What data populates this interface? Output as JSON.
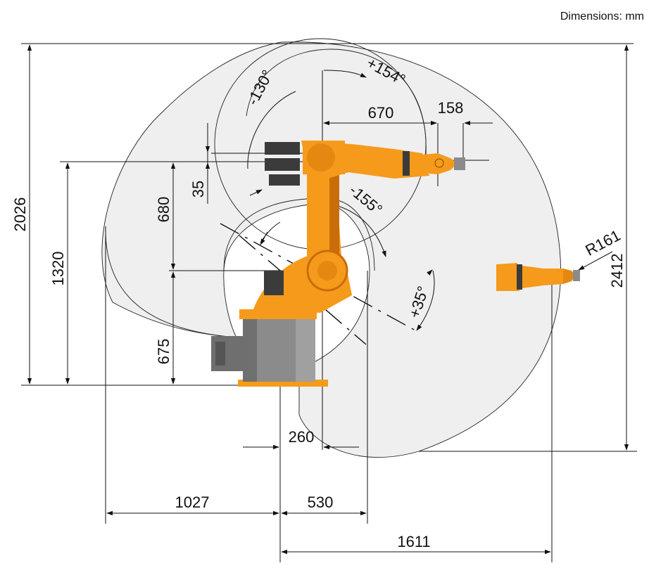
{
  "units_label": "Dimensions: mm",
  "colors": {
    "robot_orange": "#f59a1b",
    "robot_shadow": "#c96d0a",
    "base_gray": "#8b8b8b",
    "motor_dark": "#3b3b3b",
    "envelope_fill": "#efefef",
    "line": "#111111"
  },
  "dimensions": {
    "overall_height": "2026",
    "base_to_shoulder": "1320",
    "shoulder_height": "675",
    "arm_length": "680",
    "offset_35": "35",
    "forearm_length": "670",
    "wrist_length": "158",
    "rear_reach": "1027",
    "front_clearance": "530",
    "base_width": "260",
    "max_reach": "1611",
    "reach_diameter": "2412",
    "flange_radius": "R161"
  },
  "angles": {
    "a2_neg": "-130°",
    "a2_pos": "+154°",
    "a3_neg": "-155°",
    "a3_pos": "+35°"
  }
}
